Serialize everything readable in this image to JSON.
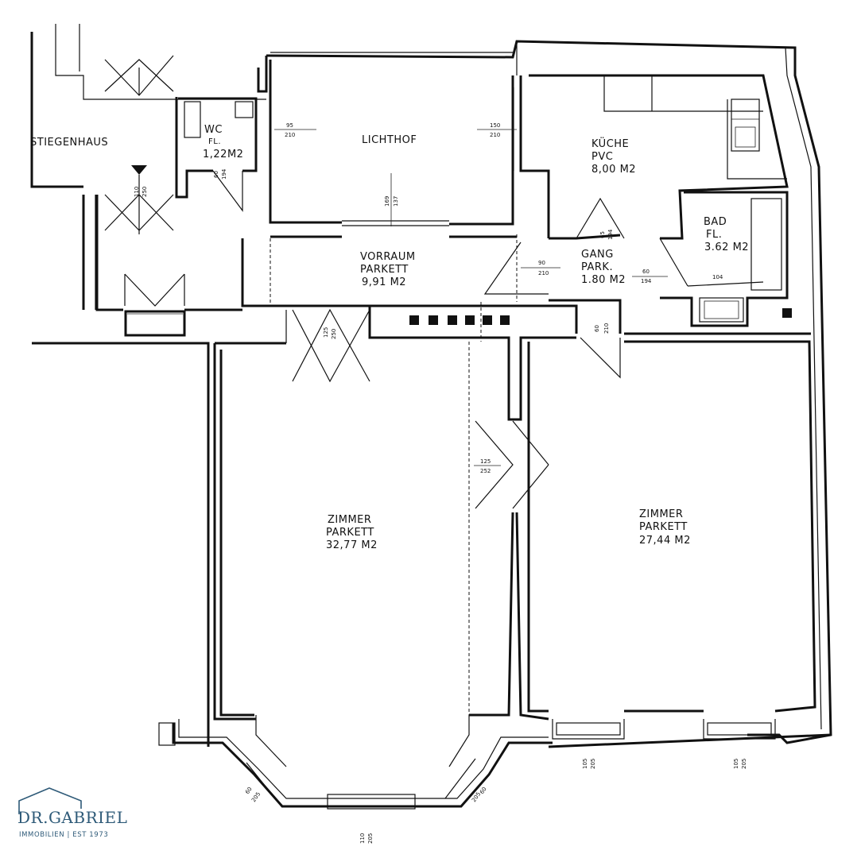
{
  "rooms": {
    "stiegenhaus": {
      "name": "STIEGENHAUS"
    },
    "wc": {
      "name": "WC",
      "floor": "FL.",
      "area": "1,22M2"
    },
    "lichthof": {
      "name": "LICHTHOF"
    },
    "kueche": {
      "name": "KÜCHE",
      "floor": "PVC",
      "area": "8,00 M2"
    },
    "bad": {
      "name": "BAD",
      "floor": "FL.",
      "area": "3.62 M2"
    },
    "vorraum": {
      "name": "VORRAUM",
      "floor": "PARKETT",
      "area": "9,91 M2"
    },
    "gang": {
      "name": "GANG",
      "floor": "PARK.",
      "area": "1.80 M2"
    },
    "zimmer1": {
      "name": "ZIMMER",
      "floor": "PARKETT",
      "area": "32,77 M2"
    },
    "zimmer2": {
      "name": "ZIMMER",
      "floor": "PARKETT",
      "area": "27,44 M2"
    }
  },
  "dimensions": {
    "lichthof_window_left": [
      "95",
      "210"
    ],
    "lichthof_window_right": [
      "150",
      "210"
    ],
    "lichthof_window_bottom": [
      "169",
      "137"
    ],
    "wc_door": [
      "60",
      "194"
    ],
    "entry_door": [
      "110",
      "250"
    ],
    "kueche_door": [
      "65",
      "194"
    ],
    "gang_door_left": [
      "90",
      "210"
    ],
    "bad_door": [
      "60",
      "194"
    ],
    "bad_window": [
      "104"
    ],
    "zimmer1_door_top": [
      "125",
      "250"
    ],
    "gang_door_bottom": [
      "60",
      "210"
    ],
    "double_door_middle": [
      "125",
      "252"
    ],
    "bay_window_left": [
      "60",
      "205"
    ],
    "bay_window_center": [
      "110",
      "205"
    ],
    "bay_window_right": [
      "60",
      "205"
    ],
    "zimmer2_window_left": [
      "105",
      "205"
    ],
    "zimmer2_window_right": [
      "105",
      "205"
    ]
  },
  "logo": {
    "name": "DR.GABRIEL",
    "tagline": "IMMOBILIEN | EST 1973"
  },
  "colors": {
    "walls": "#111111",
    "brand": "#2e5a78"
  }
}
